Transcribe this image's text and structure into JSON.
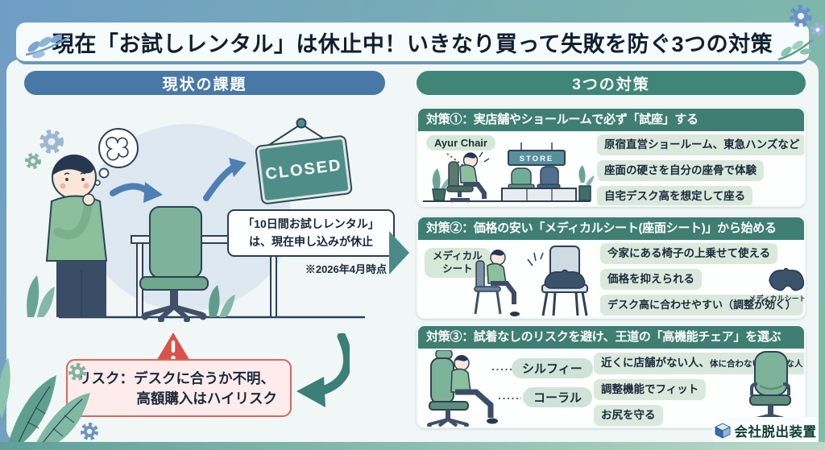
{
  "title": "現在「お試しレンタル」は休止中！いきなり買って失敗を防ぐ3つの対策",
  "left": {
    "header": "現状の課題",
    "closed_sign": "CLOSED",
    "suspend_notice_line1": "「10日間お試しレンタル」",
    "suspend_notice_line2": "は、現在申し込みが休止",
    "as_of_note": "※2026年4月時点",
    "risk_line1": "リスク：デスクに合うか不明、",
    "risk_line2": "高額購入はハイリスク"
  },
  "right": {
    "header": "3つの対策",
    "sections": [
      {
        "title": "対策①：実店舗やショールームで必ず「試座」する",
        "product_label": "Ayur Chair",
        "store_sign": "STORE",
        "bullets": [
          "原宿直営ショールーム、東急ハンズなど",
          "座面の硬さを自分の座骨で体験",
          "自宅デスク高を想定して座る"
        ]
      },
      {
        "title": "対策②：価格の安い「メディカルシート(座面シート)」から始める",
        "product_label_line1": "メディカル",
        "product_label_line2": "シート",
        "bullets": [
          "今家にある椅子の上乗せて使える",
          "価格を抑えられる",
          "デスク高に合わせやすい（調整が効く）"
        ],
        "cushion_caption": "メディカルシート"
      },
      {
        "title": "対策③：試着なしのリスクを避け、王道の「高機能チェア」を選ぶ",
        "product_labels": [
          "シルフィー",
          "コーラル"
        ],
        "bullet1_main": "近くに店舗がない人、",
        "bullet1_sub": "体に合わないか不安な人",
        "bullets": [
          "調整機能でフィット",
          "お尻を守る"
        ]
      }
    ]
  },
  "footer": {
    "brand": "会社脱出装置"
  },
  "colors": {
    "left_header": "#4878a6",
    "right_header": "#3f8578",
    "section_header": "#3f7e73",
    "bullet_bg": "#dbe9dd",
    "closed_sign": "#4f8e88",
    "risk_bg": "#fdeceb",
    "risk_border": "#d4695e",
    "warning_red": "#d9534a",
    "arrow_blue": "#4d7fb3",
    "arrow_teal": "#3b7f78"
  }
}
